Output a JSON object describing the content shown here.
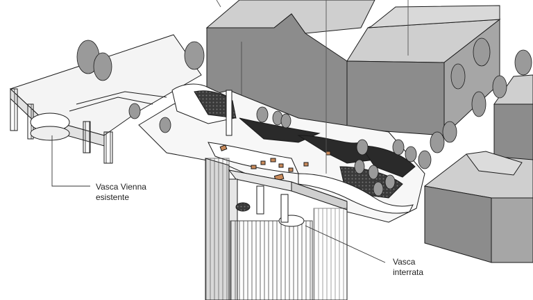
{
  "labels": {
    "vasca_vienna": {
      "line1": "Vasca Vienna",
      "line2": "esistente"
    },
    "vasca_interrata": {
      "line1": "Vasca",
      "line2": "interrata"
    }
  },
  "colors": {
    "building_front": "#8c8c8c",
    "building_top": "#cfcfcf",
    "building_side": "#a6a6a6",
    "tree_foliage": "#9a9a9a",
    "vegetation_patch": "#2a2a2a",
    "stone_pavers": "#c98a5a",
    "line": "#1a1a1a",
    "background": "#ffffff"
  }
}
